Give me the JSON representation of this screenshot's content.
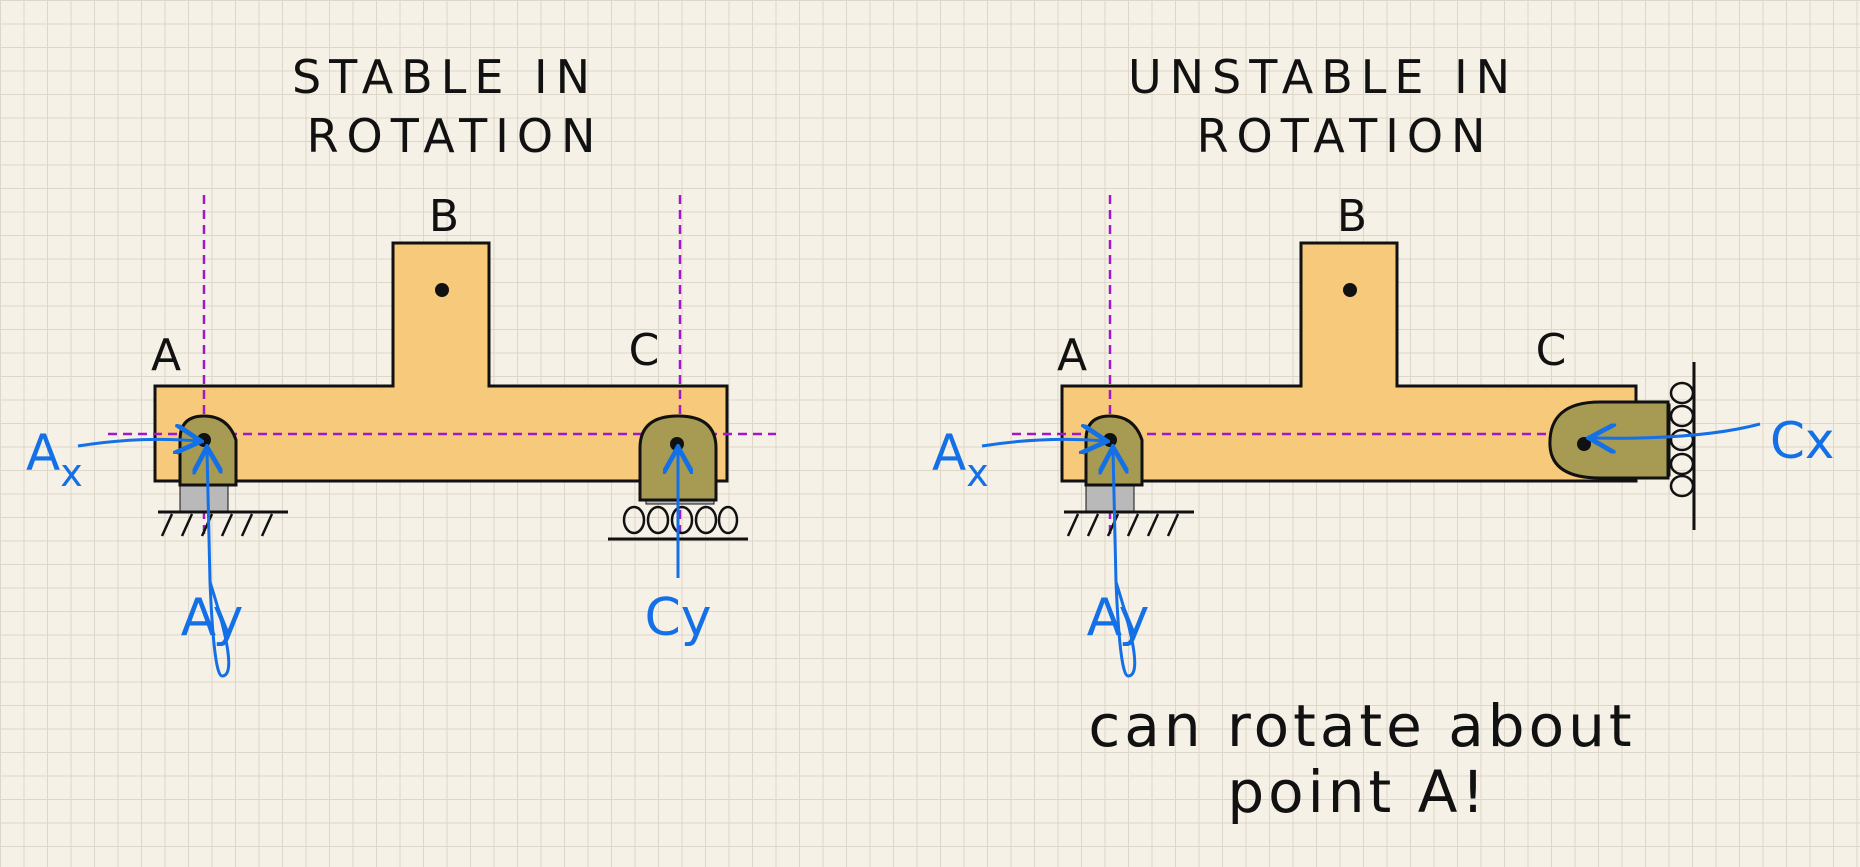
{
  "colors": {
    "body_fill": "#f7c97a",
    "body_stroke": "#111111",
    "pin_fill": "#a79a52",
    "support_gray": "#b9b9b9",
    "reaction_blue": "#1470e6",
    "guide_purple": "#a019c8"
  },
  "left_panel": {
    "title_line1": "STABLE IN",
    "title_line2": "ROTATION",
    "label_a": "A",
    "label_b": "B",
    "label_c": "C",
    "force_ax_main": "A",
    "force_ax_sub": "x",
    "force_ay": "Ay",
    "force_cy": "Cy",
    "support_a": "pin support",
    "support_c": "roller support"
  },
  "right_panel": {
    "title_line1": "UNSTABLE IN",
    "title_line2": "ROTATION",
    "label_a": "A",
    "label_b": "B",
    "label_c": "C",
    "force_ax_main": "A",
    "force_ax_sub": "x",
    "force_ay": "Ay",
    "force_cx": "Cx",
    "note_line1": "can rotate about",
    "note_line2": "point A!",
    "support_a": "pin support",
    "support_c": "roller on wall"
  }
}
